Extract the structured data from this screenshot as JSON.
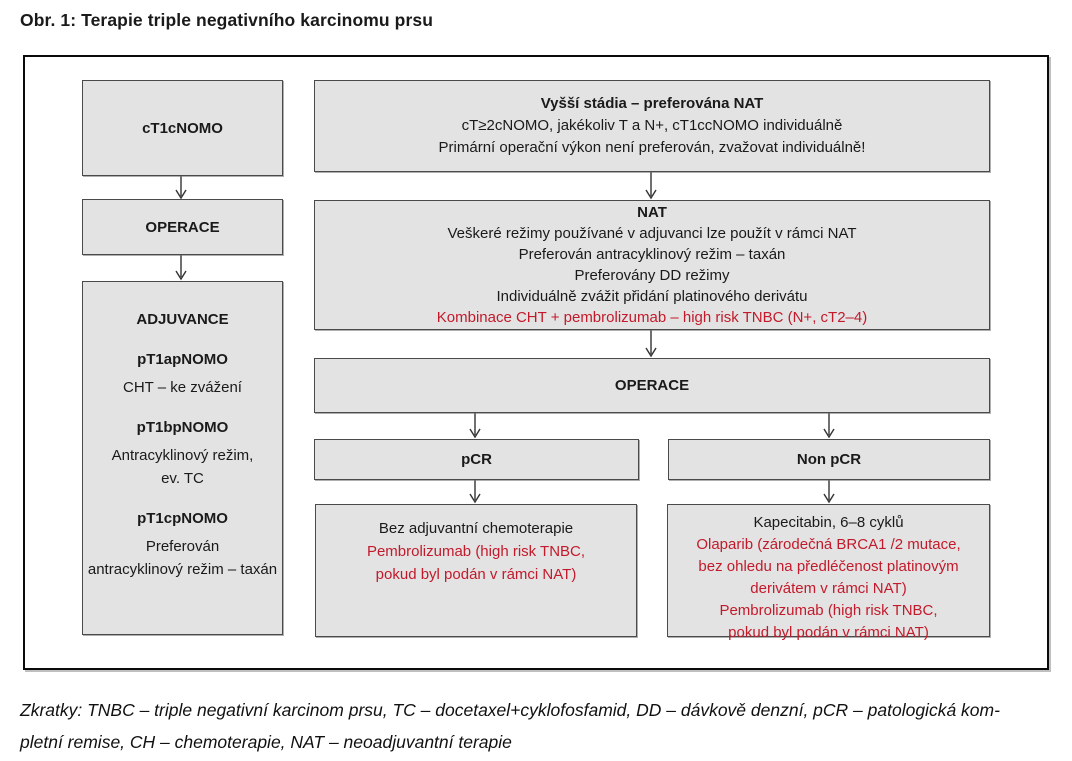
{
  "title": "Obr. 1: Terapie triple negativního karcinomu prsu",
  "colors": {
    "box_fill": "#e3e3e3",
    "box_border": "#4a4a4a",
    "frame_border": "#0a0a0a",
    "red_text": "#c31a2b",
    "black_text": "#1a1a1a"
  },
  "flowchart": {
    "left": {
      "stage_box": "cT1cNOMO",
      "surgery_box": "OPERACE",
      "adjuvance": {
        "title": "ADJUVANCE",
        "groups": [
          {
            "head": "pT1apNOMO",
            "lines": [
              "CHT – ke zvážení"
            ]
          },
          {
            "head": "pT1bpNOMO",
            "lines": [
              "Antracyklinový režim,",
              "ev. TC"
            ]
          },
          {
            "head": "pT1cpNOMO",
            "lines": [
              "Preferován",
              "antracyklinový režim – taxán"
            ]
          }
        ]
      }
    },
    "right": {
      "higher_stages_box": {
        "title": "Vyšší stádia – preferována NAT",
        "lines": [
          "cT≥2cNOMO, jakékoliv T a N+, cT1ccNOMO individuálně",
          "Primární operační výkon není preferován, zvažovat individuálně!"
        ]
      },
      "nat_box": {
        "title": "NAT",
        "lines": [
          "Veškeré režimy používané v adjuvanci lze použít v rámci NAT",
          "Preferován antracyklinový režim – taxán",
          "Preferovány DD režimy",
          "Individuálně zvážit přidání platinového derivátu"
        ],
        "red_line": "Kombinace CHT + pembrolizumab – high risk TNBC (N+, cT2–4)"
      },
      "surgery_box": "OPERACE",
      "pcr_box": "pCR",
      "non_pcr_box": "Non pCR",
      "pcr_outcome_box": {
        "lines": [
          "Bez adjuvantní chemoterapie"
        ],
        "red_lines": [
          "Pembrolizumab (high risk TNBC,",
          "pokud byl podán v rámci NAT)"
        ]
      },
      "non_pcr_outcome_box": {
        "lines": [
          "Kapecitabin, 6–8 cyklů"
        ],
        "red_lines": [
          "Olaparib (zárodečná BRCA1 /2 mutace,",
          "bez ohledu na předléčenost platinovým",
          "derivátem v rámci NAT)",
          "Pembrolizumab (high risk TNBC,",
          "pokud byl podán v rámci NAT)"
        ]
      }
    }
  },
  "footer": {
    "line1": "Zkratky: TNBC – triple negativní karcinom prsu, TC – docetaxel+cyklofosfamid, DD – dávkově denzní, pCR – patologická kom-",
    "line2": "pletní remise, CH – chemoterapie, NAT – neoadjuvantní terapie"
  }
}
